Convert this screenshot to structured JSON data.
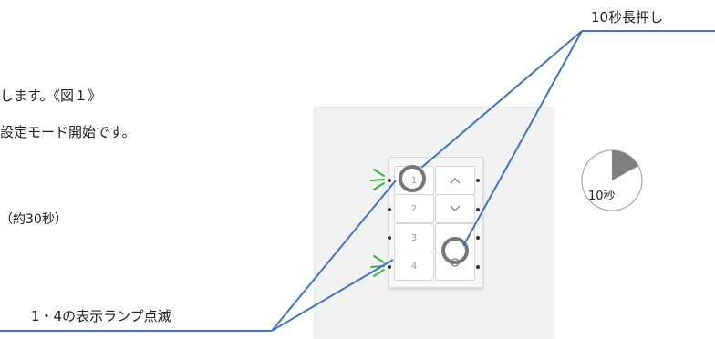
{
  "instructions": {
    "line1": "します。《図１》",
    "line2": "設定モード開始です。",
    "line3": "（約30秒）"
  },
  "callouts": {
    "top": "10秒長押し",
    "bottom": "1・4の表示ランプ点滅"
  },
  "timer": {
    "label": "10秒",
    "fraction": 0.17
  },
  "switch": {
    "left_keys": [
      "1",
      "2",
      "3",
      "4"
    ],
    "right_keys": [
      "up-arrow-icon",
      "down-arrow-icon",
      "",
      "circle-icon"
    ]
  },
  "colors": {
    "callout_line": "#4472c4",
    "highlight_ring": "#777777",
    "blink": "#3cb44b",
    "timer_fill": "#7f7f7f"
  }
}
